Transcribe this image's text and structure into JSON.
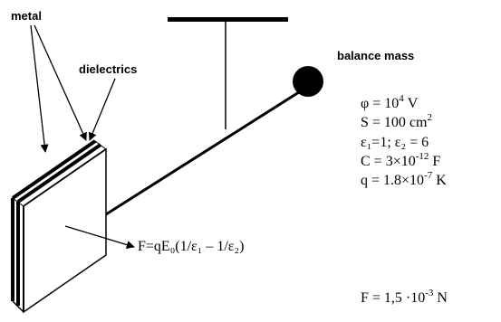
{
  "labels": {
    "metal": "metal",
    "dielectrics": "dielectrics",
    "balance_mass": "balance mass"
  },
  "force_formula": "F=qE₀(1/ε₁ – 1/ε₂)",
  "parameters": {
    "phi": {
      "lhs": "φ = 10",
      "exp": "4",
      "unit": " V"
    },
    "area": {
      "lhs": "S = 100 cm",
      "exp": "2"
    },
    "eps": "ε₁=1;  ε₂ = 6",
    "cap": {
      "lhs": "C = 3×10",
      "exp": "-12",
      "unit": " F"
    },
    "charge": {
      "lhs": "q = 1.8×10",
      "exp": "-7",
      "unit": " K"
    },
    "force_result": {
      "lhs": "F = 1,5 ·10",
      "exp": "-3",
      "unit": " N"
    }
  },
  "colors": {
    "ink": "#000000",
    "background": "#ffffff"
  }
}
